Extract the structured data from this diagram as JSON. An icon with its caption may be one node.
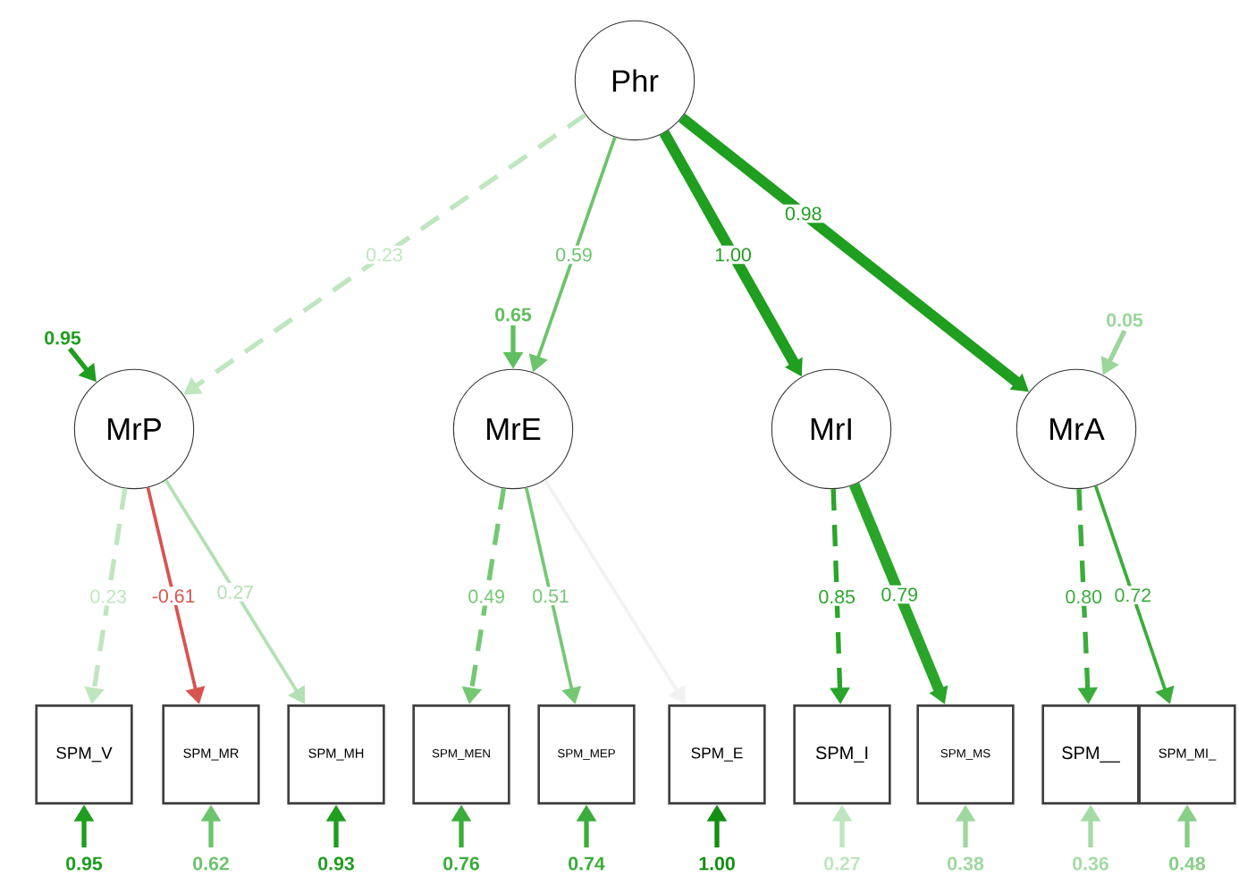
{
  "diagram": {
    "nodes": [
      {
        "text": [
          "Phr"
        ]
      },
      {
        "text": [
          "MrP"
        ]
      },
      {
        "text": [
          "MrE"
        ]
      },
      {
        "text": [
          "MrI"
        ]
      },
      {
        "text": [
          "MrA"
        ]
      },
      {
        "text": [
          "SPM_V"
        ]
      },
      {
        "text": [
          "SPM_MR"
        ]
      },
      {
        "text": [
          "SPM_MH"
        ]
      },
      {
        "text": [
          "SPM_MEN"
        ]
      },
      {
        "text": [
          "SPM_MEP"
        ]
      },
      {
        "text": [
          "SPM_E"
        ]
      },
      {
        "text": [
          "SPM_I"
        ]
      },
      {
        "text": [
          "SPM_MS"
        ]
      },
      {
        "text": [
          "SPM__"
        ]
      },
      {
        "text": [
          "SPM_MI_"
        ]
      }
    ],
    "edges": [
      {
        "from": 0,
        "to": 1,
        "arrow": "to",
        "label": "0.23",
        "style": "dashed",
        "color": "#bfe6bf"
      },
      {
        "from": 0,
        "to": 2,
        "arrow": "to",
        "label": "0.59",
        "color": "#6cc46c"
      },
      {
        "from": 0,
        "to": 3,
        "arrow": "to",
        "label": "1.00",
        "style": "thick",
        "color": "#1f9e1f"
      },
      {
        "from": 0,
        "to": 4,
        "arrow": "to",
        "label": "0.98",
        "style": "thick",
        "color": "#1f9e1f"
      },
      {
        "from": 1,
        "to": 5,
        "arrow": "to",
        "label": "0.23",
        "style": "dashed",
        "color": "#bfe6bf"
      },
      {
        "from": 1,
        "to": 6,
        "arrow": "to",
        "label": "-0.61",
        "color": "#d9534f"
      },
      {
        "from": 1,
        "to": 7,
        "arrow": "to",
        "label": "0.27",
        "color": "#b3e0b3"
      },
      {
        "from": 2,
        "to": 8,
        "arrow": "to",
        "label": "0.49",
        "style": "dashed",
        "color": "#74c874"
      },
      {
        "from": 2,
        "to": 9,
        "arrow": "to",
        "label": "0.51",
        "color": "#74c874"
      },
      {
        "from": 2,
        "to": 10,
        "arrow": "to",
        "color": "#f2f2f2"
      },
      {
        "from": 3,
        "to": 11,
        "arrow": "to",
        "label": "0.85",
        "style": "dashed",
        "color": "#2aa52a"
      },
      {
        "from": 3,
        "to": 12,
        "arrow": "to",
        "label": "0.79",
        "style": "thick",
        "color": "#2aa52a"
      },
      {
        "from": 4,
        "to": 13,
        "arrow": "to",
        "label": "0.80",
        "style": "dashed",
        "color": "#3aad3a"
      },
      {
        "from": 4,
        "to": 14,
        "arrow": "to",
        "label": "0.72",
        "color": "#3aad3a"
      },
      {
        "from": null,
        "to": 1,
        "arrow": "to",
        "label": "0.95",
        "color": "#1f9e1f"
      },
      {
        "from": null,
        "to": 2,
        "arrow": "to",
        "label": "0.65",
        "color": "#5fbf5f"
      },
      {
        "from": null,
        "to": 4,
        "arrow": "to",
        "label": "0.05",
        "color": "#9cd69c"
      },
      {
        "from": null,
        "to": 5,
        "arrow": "to",
        "label": "0.95",
        "color": "#1f9e1f"
      },
      {
        "from": null,
        "to": 6,
        "arrow": "to",
        "label": "0.62",
        "color": "#6cc46c"
      },
      {
        "from": null,
        "to": 7,
        "arrow": "to",
        "label": "0.93",
        "color": "#1f9e1f"
      },
      {
        "from": null,
        "to": 8,
        "arrow": "to",
        "label": "0.76",
        "color": "#3aad3a"
      },
      {
        "from": null,
        "to": 9,
        "arrow": "to",
        "label": "0.74",
        "color": "#3aad3a"
      },
      {
        "from": null,
        "to": 10,
        "arrow": "to",
        "label": "1.00",
        "color": "#138f13"
      },
      {
        "from": null,
        "to": 11,
        "arrow": "to",
        "label": "0.27",
        "color": "#bfe6bf"
      },
      {
        "from": null,
        "to": 12,
        "arrow": "to",
        "label": "0.38",
        "color": "#9fd89f"
      },
      {
        "from": null,
        "to": 13,
        "arrow": "to",
        "label": "0.36",
        "color": "#a5dba5"
      },
      {
        "from": null,
        "to": 14,
        "arrow": "to",
        "label": "0.48",
        "color": "#86cf86"
      }
    ]
  }
}
